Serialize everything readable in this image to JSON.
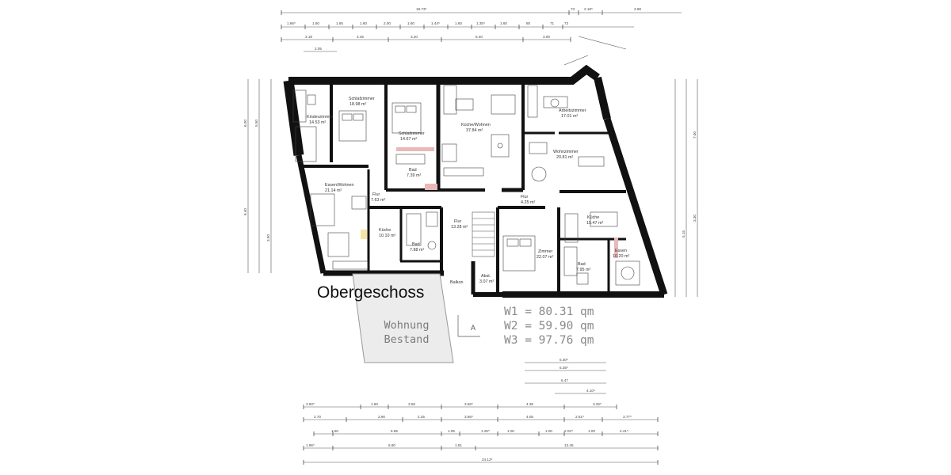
{
  "title": "Obergeschoss",
  "summary": {
    "w1": "W1 = 80.31 qm",
    "w2": "W2 = 59.90 qm",
    "w3": "W3 = 97.76 qm"
  },
  "bestand": {
    "line1": "Wohnung",
    "line2": "Bestand"
  },
  "section_marker": "A",
  "rooms": {
    "kinderzimmer": {
      "name": "Kinderzimmer",
      "area": "14.53 m²"
    },
    "schlafzimmer1": {
      "name": "Schlafzimmer",
      "area": "18.98 m²"
    },
    "schlafzimmer2": {
      "name": "Schlafzimmer",
      "area": "14.67 m²"
    },
    "kueche_wohnen": {
      "name": "Küche/Wohnen",
      "area": "37.84 m²"
    },
    "arbeitszimmer": {
      "name": "Arbeitszimmer",
      "area": "17.01 m²"
    },
    "wohnzimmer": {
      "name": "Wohnzimmer",
      "area": "20.81 m²"
    },
    "bad1": {
      "name": "Bad",
      "area": "7.39 m²"
    },
    "essen_wohnen": {
      "name": "Essen/Wohnen",
      "area": "21.14 m²"
    },
    "flur1": {
      "name": "Flur",
      "area": "7.63 m²"
    },
    "flur2": {
      "name": "Flur",
      "area": "4.25 m²"
    },
    "flur3": {
      "name": "Flur",
      "area": "13.28 m²"
    },
    "kueche1": {
      "name": "Küche",
      "area": "10.10 m²"
    },
    "bad2": {
      "name": "Bad",
      "area": "7.88 m²"
    },
    "zimmer": {
      "name": "Zimmer",
      "area": "22.07 m²"
    },
    "kueche2": {
      "name": "Küche",
      "area": "15.47 m²"
    },
    "essen": {
      "name": "Essen",
      "area": "10.20 m²"
    },
    "bad3": {
      "name": "Bad",
      "area": "7.95 m²"
    },
    "abst": {
      "name": "Abst.",
      "area": "3.07 m²"
    },
    "balkon": {
      "name": "Balkon",
      "area": ""
    }
  },
  "dims": {
    "top1": [
      "18.73⁵",
      "73",
      "2.18⁵",
      "3.98"
    ],
    "top2": [
      "1.66⁵",
      "1.60",
      "1.65",
      "1.60",
      "2.00",
      "1.60",
      "1.44⁵",
      "1.60",
      "1.35⁵",
      "1.60",
      "80",
      "71",
      "73"
    ],
    "top3": [
      "3.18",
      "3.45",
      "3.20",
      "5.40",
      "3.00"
    ],
    "top4": [
      "2.05"
    ],
    "right": [
      "7.00",
      "3.30",
      "5.15"
    ],
    "left": [
      "6.00",
      "5.50",
      "6.40",
      "3.50"
    ],
    "bottom0": [
      "5.30⁵",
      "5.35⁵",
      "6.47",
      "4.10⁵"
    ],
    "bottom1": [
      "3.60⁵",
      "1.60",
      "3.56",
      "3.66⁵",
      "4.35",
      "3.25⁵"
    ],
    "bottom2": [
      "2.70",
      "2.90",
      "2.25",
      "3.66⁵",
      "4.05",
      "2.51⁵",
      "3.77⁵"
    ],
    "bottom3": [
      "1.50",
      "6.85",
      "1.05",
      "1.25⁵",
      "1.00",
      "1.00",
      "2.02⁵",
      "1.00",
      "2.41⁵"
    ],
    "bottom4": [
      "1.96⁵",
      "6.80",
      "1.81",
      "13.45"
    ],
    "bottom5": [
      "24.12⁵"
    ]
  },
  "colors": {
    "wall": "#111111",
    "bestand_fill": "#ececec",
    "accent_room": "#e9b9b9",
    "highlight": "#f2d36b"
  }
}
